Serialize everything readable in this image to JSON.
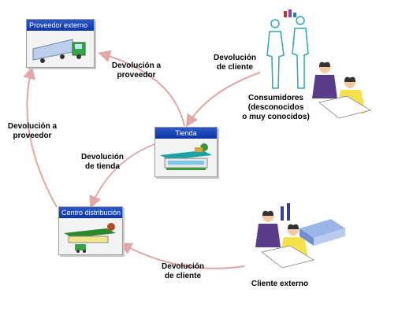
{
  "nodes": {
    "proveedor": "Proveedor externo",
    "tienda": "Tienda",
    "centro": "Centro distribución"
  },
  "labels": {
    "dev_proveedor_top": [
      "Devolución a",
      "proveedor"
    ],
    "dev_cliente_top": [
      "Devolución",
      "de cliente"
    ],
    "dev_proveedor_left": [
      "Devolución a",
      "proveedor"
    ],
    "dev_tienda": [
      "Devolución",
      "de tienda"
    ],
    "consumidores": [
      "Consumidores",
      "(desconocidos",
      "o muy conocidos)"
    ],
    "dev_cliente_bottom": [
      "Devolución",
      "de cliente"
    ],
    "cliente_externo": "Cliente externo"
  },
  "colors": {
    "arrow": "#e2a7a7",
    "header": "#0b35a6"
  }
}
